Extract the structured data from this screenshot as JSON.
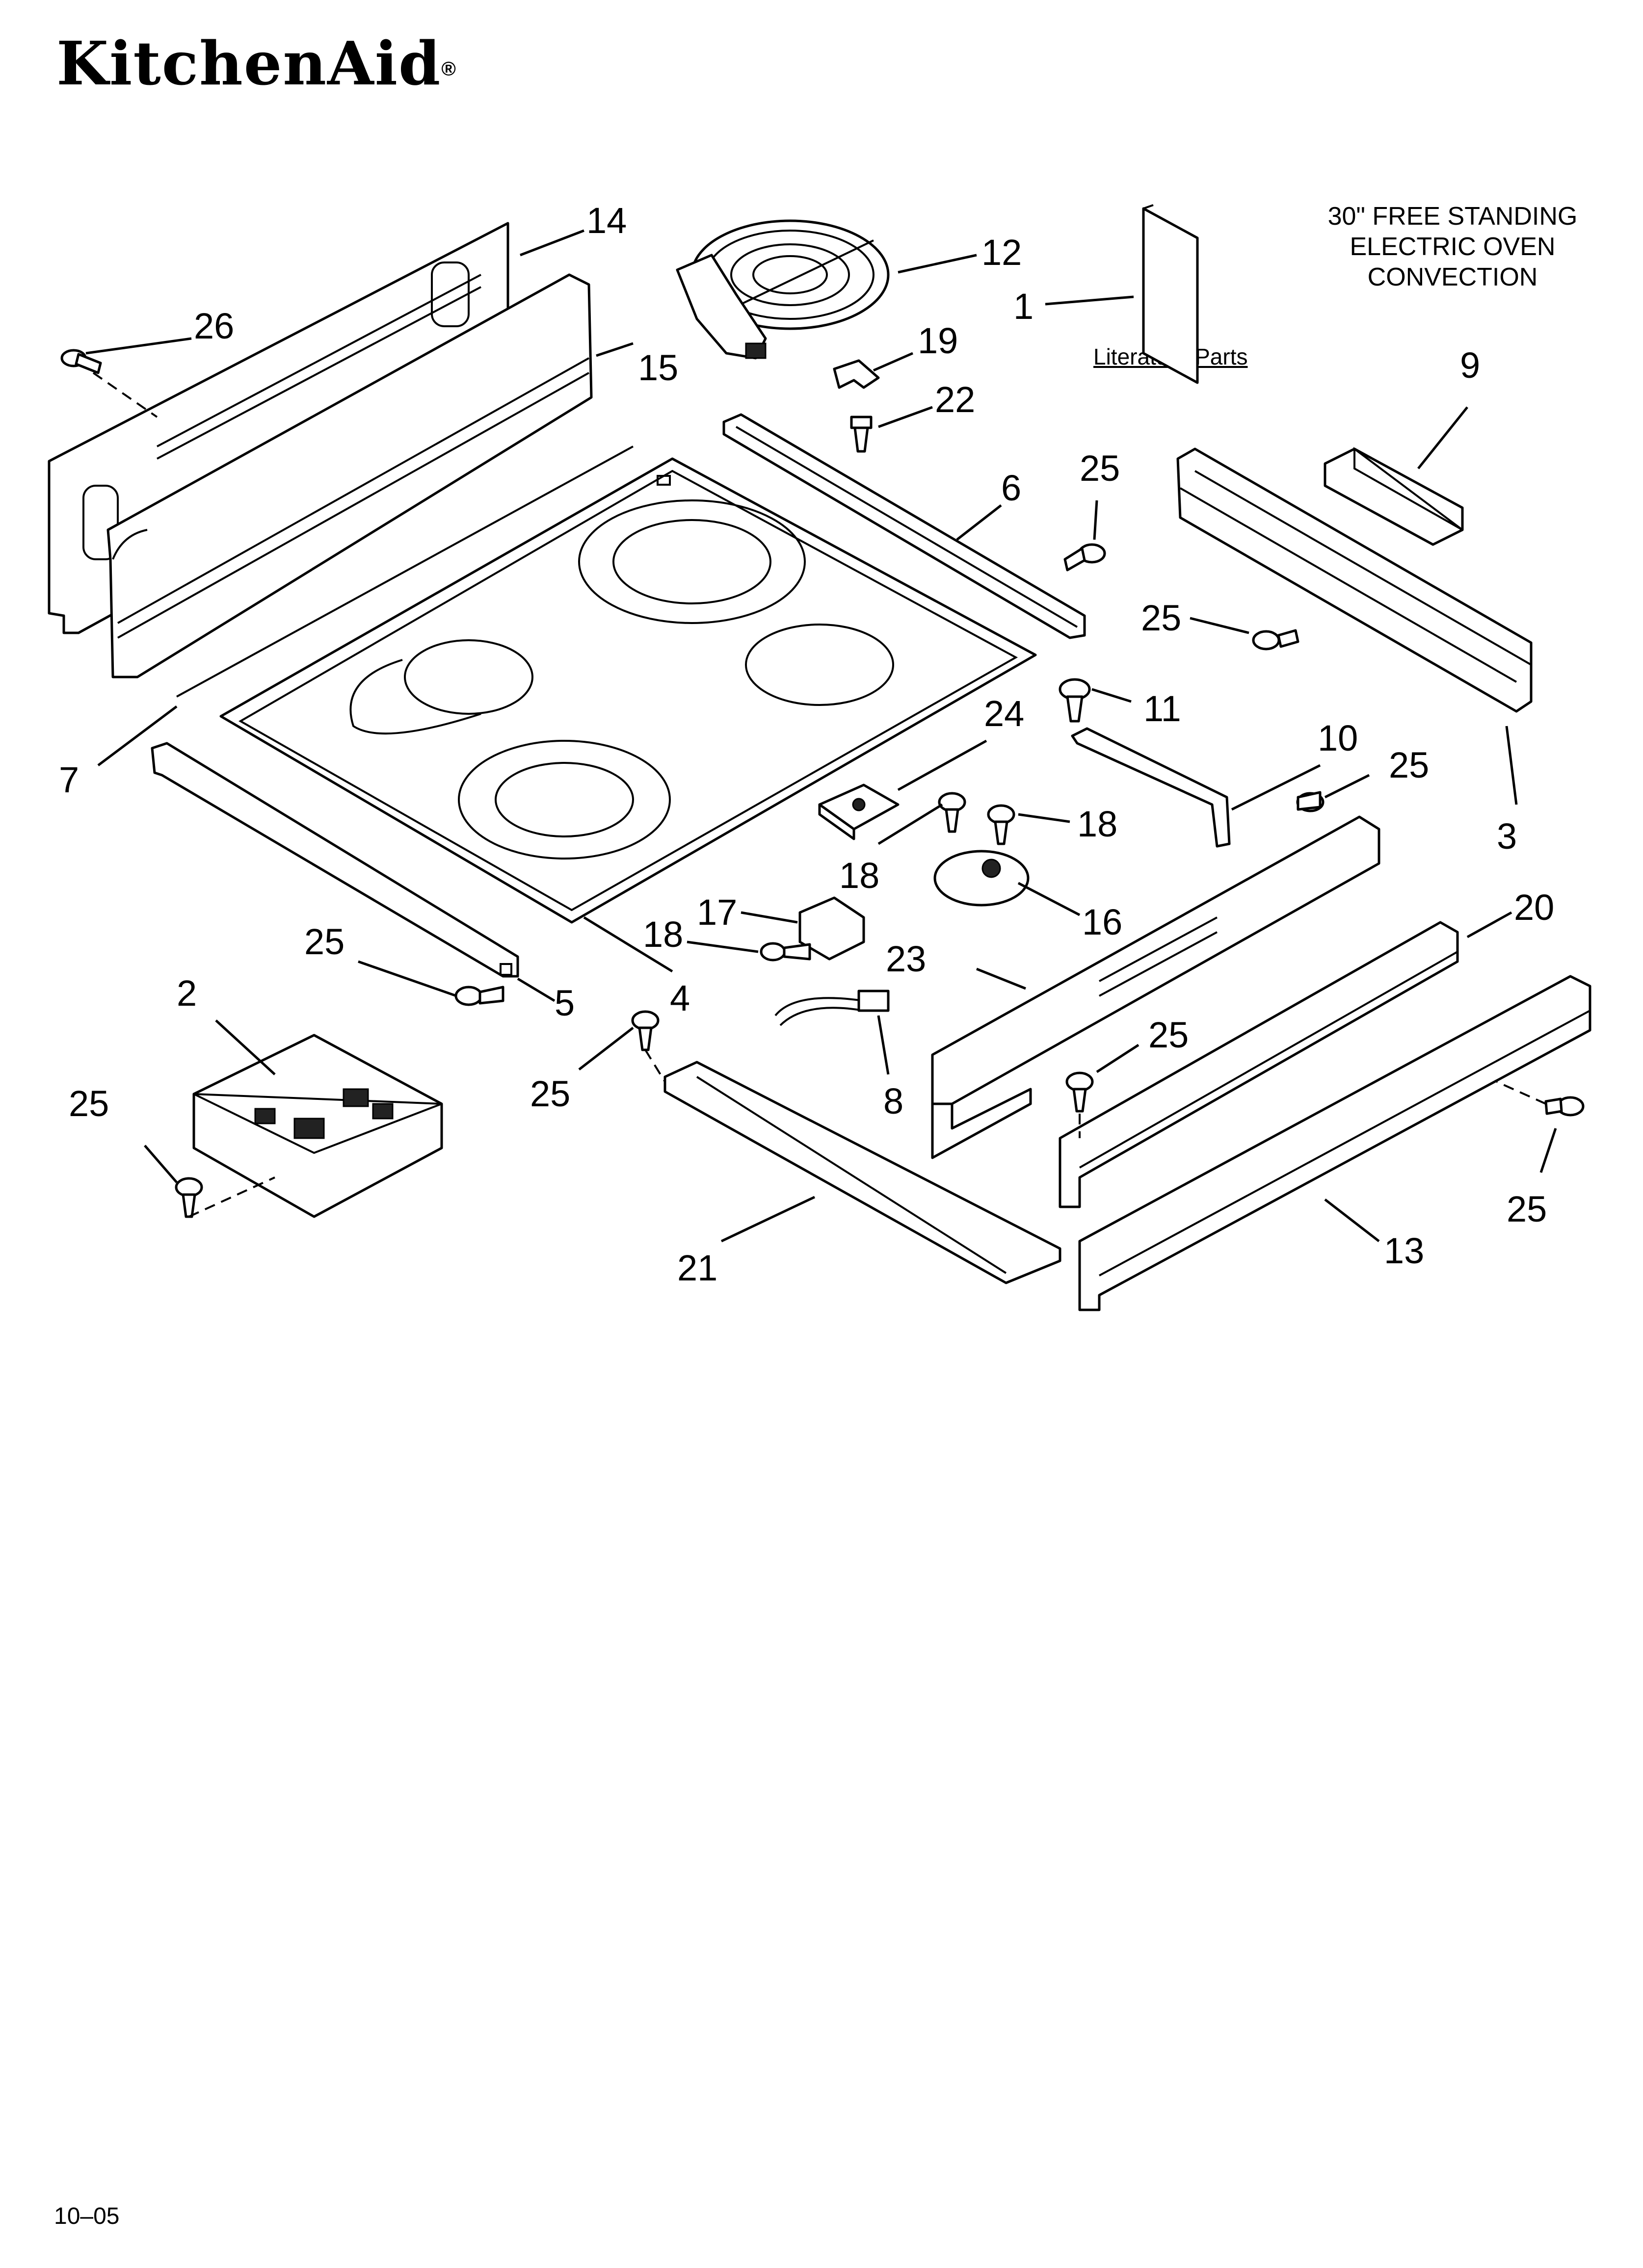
{
  "brand": {
    "name": "KitchenAid",
    "mark": "®"
  },
  "model_description": [
    "30\" FREE STANDING",
    "ELECTRIC OVEN",
    "CONVECTION"
  ],
  "literature_label": "Literature Parts",
  "footer_date": "10–05",
  "callouts": [
    {
      "id": "c14a",
      "text": "14"
    },
    {
      "id": "c12",
      "text": "12"
    },
    {
      "id": "c1",
      "text": "1"
    },
    {
      "id": "c26",
      "text": "26"
    },
    {
      "id": "c19",
      "text": "19"
    },
    {
      "id": "c15",
      "text": "15"
    },
    {
      "id": "c22",
      "text": "22"
    },
    {
      "id": "c9",
      "text": "9"
    },
    {
      "id": "c25a",
      "text": "25"
    },
    {
      "id": "c6",
      "text": "6"
    },
    {
      "id": "c25b",
      "text": "25"
    },
    {
      "id": "c11",
      "text": "11"
    },
    {
      "id": "c24",
      "text": "24"
    },
    {
      "id": "c10",
      "text": "10"
    },
    {
      "id": "c25c",
      "text": "25"
    },
    {
      "id": "c7",
      "text": "7"
    },
    {
      "id": "c3",
      "text": "3"
    },
    {
      "id": "c18a",
      "text": "18"
    },
    {
      "id": "c18b",
      "text": "18"
    },
    {
      "id": "c16",
      "text": "16"
    },
    {
      "id": "c17",
      "text": "17"
    },
    {
      "id": "c20",
      "text": "20"
    },
    {
      "id": "c18c",
      "text": "18"
    },
    {
      "id": "c23",
      "text": "23"
    },
    {
      "id": "c25d",
      "text": "25"
    },
    {
      "id": "c5",
      "text": "5"
    },
    {
      "id": "c4",
      "text": "4"
    },
    {
      "id": "c2",
      "text": "2"
    },
    {
      "id": "c25e",
      "text": "25"
    },
    {
      "id": "c25f",
      "text": "25"
    },
    {
      "id": "c8",
      "text": "8"
    },
    {
      "id": "c25g",
      "text": "25"
    },
    {
      "id": "c25h",
      "text": "25"
    },
    {
      "id": "c21",
      "text": "21"
    },
    {
      "id": "c13",
      "text": "13"
    }
  ]
}
